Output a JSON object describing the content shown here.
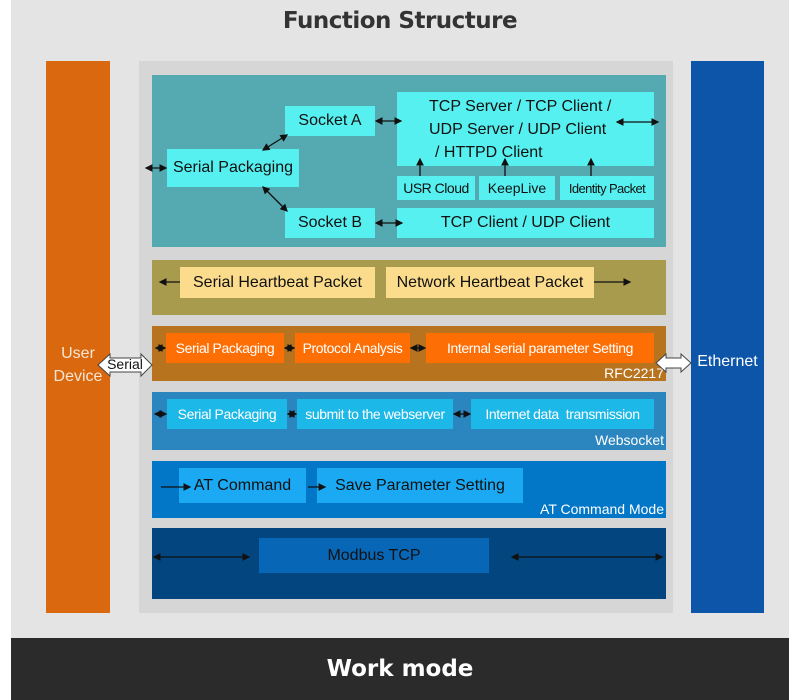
{
  "title": "Function Structure",
  "footer": "Work mode",
  "left_block": {
    "label_line1": "User",
    "label_line2": "Device"
  },
  "right_block": {
    "label": "Ethernet"
  },
  "serial_connector": "Serial",
  "socket_section": {
    "serial_packaging": "Serial Packaging",
    "socket_a": "Socket A",
    "socket_b": "Socket B",
    "server_line1": "TCP Server / TCP Client /",
    "server_line2": "UDP Server / UDP Client",
    "server_line3": "/ HTTPD Client",
    "usr_cloud": "USR Cloud",
    "keeplive": "KeepLive",
    "identity_packet": "Identity Packet",
    "socket_b_target": "TCP Client / UDP Client"
  },
  "heartbeat_section": {
    "serial_heartbeat": "Serial Heartbeat Packet",
    "network_heartbeat": "Network Heartbeat Packet"
  },
  "rfc_section": {
    "serial_packaging": "Serial Packaging",
    "protocol_analysis": "Protocol Analysis",
    "internal_setting": "Internal serial parameter Setting",
    "tag": "RFC2217"
  },
  "websocket_section": {
    "serial_packaging": "Serial Packaging",
    "submit": "submit to the webserver",
    "internet": "Internet data  transmission",
    "tag": "Websocket"
  },
  "at_section": {
    "at_command": "AT Command",
    "save_param": "Save Parameter Setting",
    "tag": "AT Command Mode"
  },
  "modbus_section": {
    "label": "Modbus TCP"
  },
  "colors": {
    "user_device": "#d9680f",
    "ethernet": "#0c55a8",
    "socket_band": "#55a9b1",
    "cyan_box": "#57f0f0",
    "heartbeat_band": "#a99b4e",
    "heartbeat_box": "#fbdc8c",
    "rfc_band": "#b8731f",
    "rfc_box": "#fd6f05",
    "websocket_band": "#2b86c0",
    "websocket_box": "#1cb8e8",
    "at_band": "#0277c8",
    "at_box": "#1aa9f2",
    "modbus_band": "#03457f",
    "modbus_box": "#0766b5",
    "footer": "#2b2b2b"
  }
}
